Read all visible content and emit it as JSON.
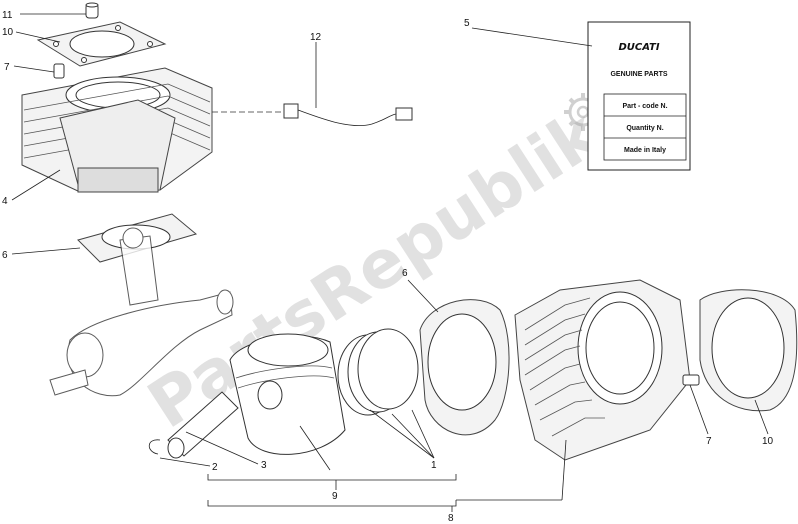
{
  "callouts": {
    "c11": "11",
    "c10a": "10",
    "c7a": "7",
    "c4": "4",
    "c6a": "6",
    "c12": "12",
    "c5": "5",
    "c6b": "6",
    "c2": "2",
    "c3": "3",
    "c1": "1",
    "c9": "9",
    "c8": "8",
    "c7b": "7",
    "c10b": "10"
  },
  "label_card": {
    "brand": "DUCATI",
    "subtitle": "GENUINE PARTS",
    "rows": [
      "Part - code N.",
      "Quantity N.",
      "Made in Italy"
    ]
  },
  "watermark": "PartsRepublik",
  "colors": {
    "line": "#222222",
    "watermark": "#c9c9c9"
  }
}
